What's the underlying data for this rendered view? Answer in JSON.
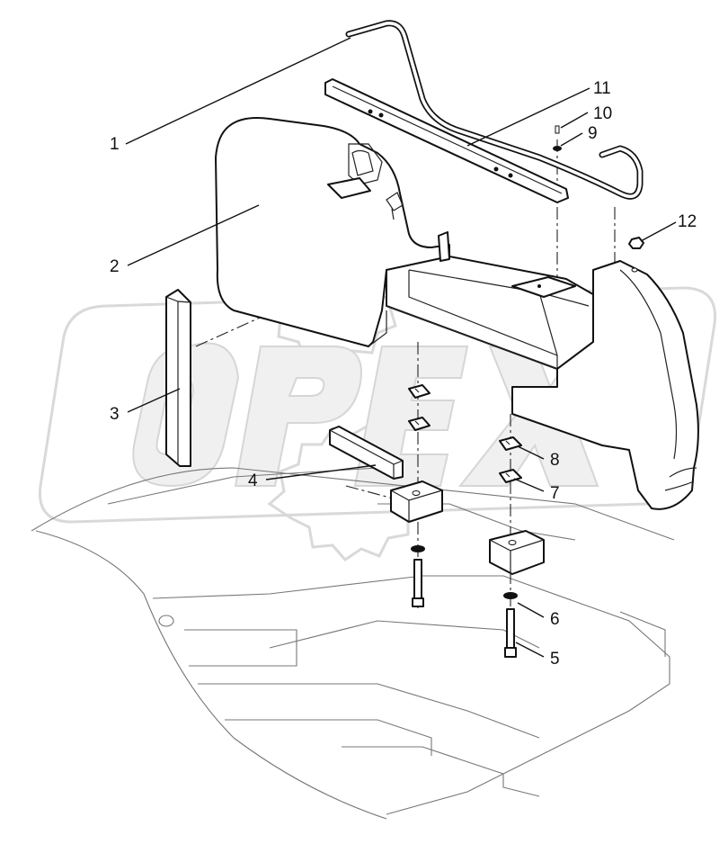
{
  "diagram": {
    "watermark": "OPEX",
    "callouts": [
      {
        "id": "1",
        "label": "1"
      },
      {
        "id": "2",
        "label": "2"
      },
      {
        "id": "3",
        "label": "3"
      },
      {
        "id": "4",
        "label": "4"
      },
      {
        "id": "5",
        "label": "5"
      },
      {
        "id": "6",
        "label": "6"
      },
      {
        "id": "7",
        "label": "7"
      },
      {
        "id": "8",
        "label": "8"
      },
      {
        "id": "9",
        "label": "9"
      },
      {
        "id": "10",
        "label": "10"
      },
      {
        "id": "11",
        "label": "11"
      },
      {
        "id": "12",
        "label": "12"
      }
    ]
  }
}
